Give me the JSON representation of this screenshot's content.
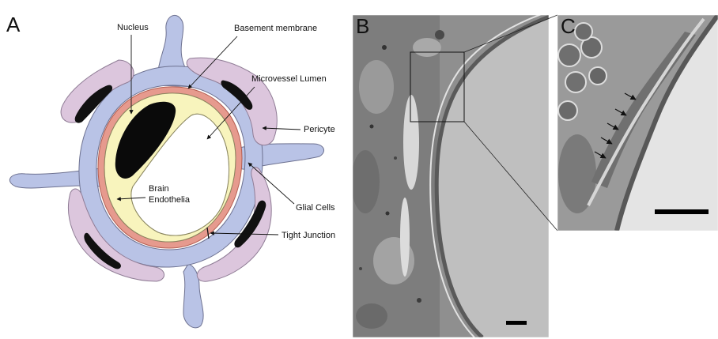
{
  "figure": {
    "panels": [
      {
        "letter": "A",
        "kind": "schematic"
      },
      {
        "letter": "B",
        "kind": "electron-micrograph"
      },
      {
        "letter": "C",
        "kind": "electron-micrograph-inset"
      }
    ],
    "labels": {
      "nucleus": "Nucleus",
      "basement_membrane": "Basement membrane",
      "microvessel_lumen": "Microvessel Lumen",
      "pericyte": "Pericyte",
      "brain_endothelia_line1": "Brain",
      "brain_endothelia_line2": "Endothelia",
      "glial_cells": "Glial Cells",
      "tight_junction": "Tight Junction"
    },
    "colors": {
      "glia": "#b9c3e6",
      "pericyte": "#dcc6dd",
      "endothelium": "#f8f4bd",
      "basement_membrane": "#e69a8e",
      "nucleus": "#0a0a0a",
      "outline": "#6d7190"
    },
    "micrograph": {
      "lumen_tone": "#bfbfbf",
      "tissue_tone": "#8f8f8f",
      "scale_bar_color": "#000000"
    }
  }
}
